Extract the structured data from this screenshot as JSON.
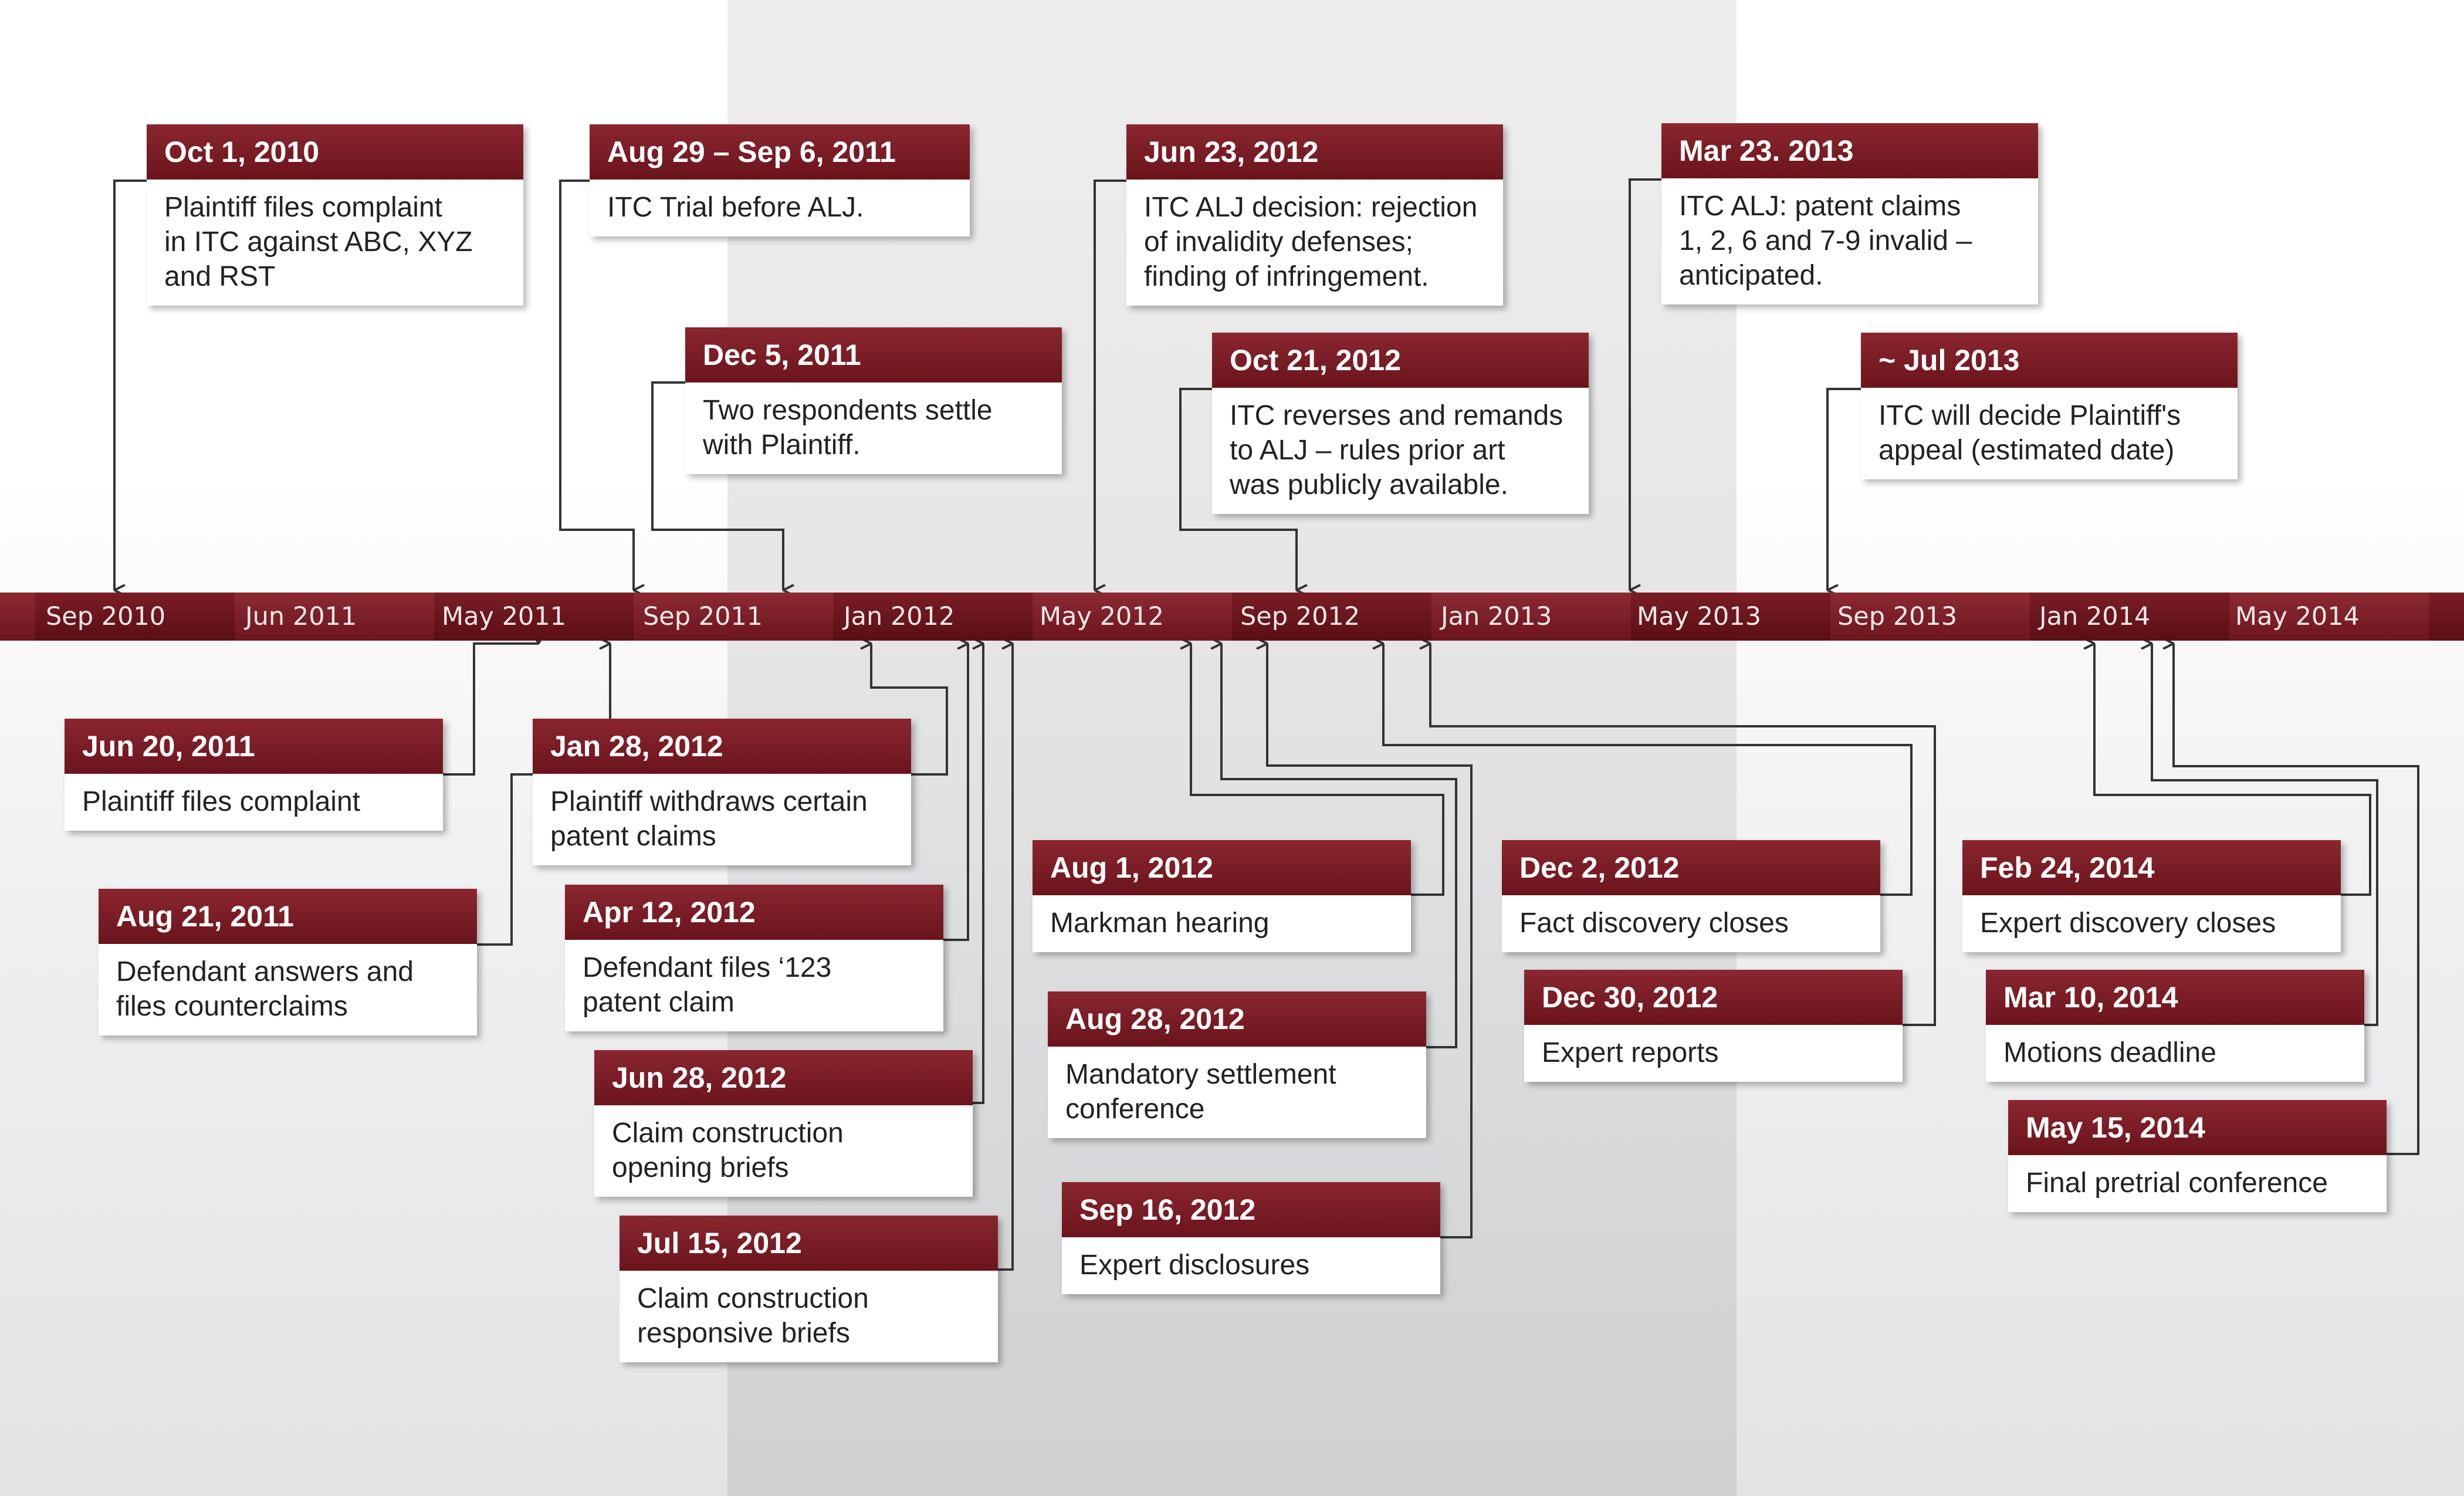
{
  "timeline": {
    "ticks": [
      "Sep 2010",
      "Jun 2011",
      "May 2011",
      "Sep 2011",
      "Jan 2012",
      "May 2012",
      "Sep 2012",
      "Jan 2013",
      "May 2013",
      "Sep 2013",
      "Jan 2014",
      "May 2014"
    ],
    "colors": {
      "axis": "#7a1d25",
      "header": "#7a1d25",
      "connector": "#333333"
    }
  },
  "events": [
    {
      "date": "Oct 1, 2010",
      "text": "Plaintiff files complaint\nin ITC against ABC, XYZ\nand RST"
    },
    {
      "date": "Aug 29 – Sep 6, 2011",
      "text": "ITC Trial before ALJ."
    },
    {
      "date": "Dec 5, 2011",
      "text": "Two respondents settle\n with Plaintiff."
    },
    {
      "date": "Jun 23, 2012",
      "text": "ITC ALJ decision: rejection\nof invalidity defenses;\nfinding of infringement."
    },
    {
      "date": "Oct 21, 2012",
      "text": "ITC reverses and remands\nto ALJ – rules prior art\nwas publicly available."
    },
    {
      "date": "Mar 23. 2013",
      "text": "ITC ALJ: patent claims\n1, 2, 6 and 7-9 invalid –\nanticipated."
    },
    {
      "date": "~ Jul 2013",
      "text": "ITC will decide Plaintiff's\nappeal (estimated date)"
    },
    {
      "date": "Jun 20, 2011",
      "text": "Plaintiff files complaint"
    },
    {
      "date": "Aug 21, 2011",
      "text": "Defendant answers and\nfiles counterclaims"
    },
    {
      "date": "Jan 28, 2012",
      "text": "Plaintiff withdraws certain\npatent claims"
    },
    {
      "date": "Apr 12, 2012",
      "text": "Defendant files ‘123\npatent claim"
    },
    {
      "date": "Jun 28, 2012",
      "text": "Claim construction\nopening briefs"
    },
    {
      "date": "Jul 15, 2012",
      "text": "Claim construction\n   responsive briefs"
    },
    {
      "date": "Aug 1, 2012",
      "text": "Markman hearing"
    },
    {
      "date": "Aug 28, 2012",
      "text": "Mandatory settlement\nconference"
    },
    {
      "date": "Sep 16, 2012",
      "text": "Expert disclosures"
    },
    {
      "date": "Dec 2, 2012",
      "text": "Fact discovery closes"
    },
    {
      "date": "Dec 30, 2012",
      "text": "Expert reports"
    },
    {
      "date": "Feb 24, 2014",
      "text": "Expert discovery closes"
    },
    {
      "date": "Mar 10, 2014",
      "text": "Motions deadline"
    },
    {
      "date": "May 15, 2014",
      "text": "Final pretrial conference"
    }
  ]
}
